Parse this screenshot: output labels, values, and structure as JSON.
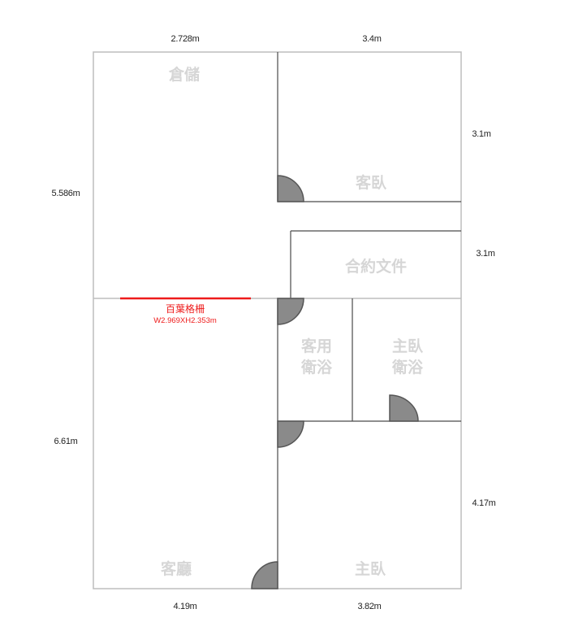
{
  "colors": {
    "outer_wall": "#bdbdbd",
    "inner_wall": "#4a4a4a",
    "room_label": "#d6d6d6",
    "door_fill": "#8a8a8a",
    "blind_accent": "#ee1c1c"
  },
  "dimensions": {
    "top_left": "2.728m",
    "top_right": "3.4m",
    "left_upper": "5.586m",
    "left_lower": "6.61m",
    "right_1": "3.1m",
    "right_2": "3.1m",
    "right_3": "4.17m",
    "bottom_left": "4.19m",
    "bottom_right": "3.82m"
  },
  "rooms": {
    "storage": "倉儲",
    "guest_bedroom": "客臥",
    "contract_docs": "合約文件",
    "guest_bath_line1": "客用",
    "guest_bath_line2": "衛浴",
    "master_bath_line1": "主臥",
    "master_bath_line2": "衛浴",
    "living_room": "客廳",
    "master_bedroom": "主臥"
  },
  "blinds": {
    "label": "百葉格柵",
    "size": "W2.969XH2.353m"
  }
}
